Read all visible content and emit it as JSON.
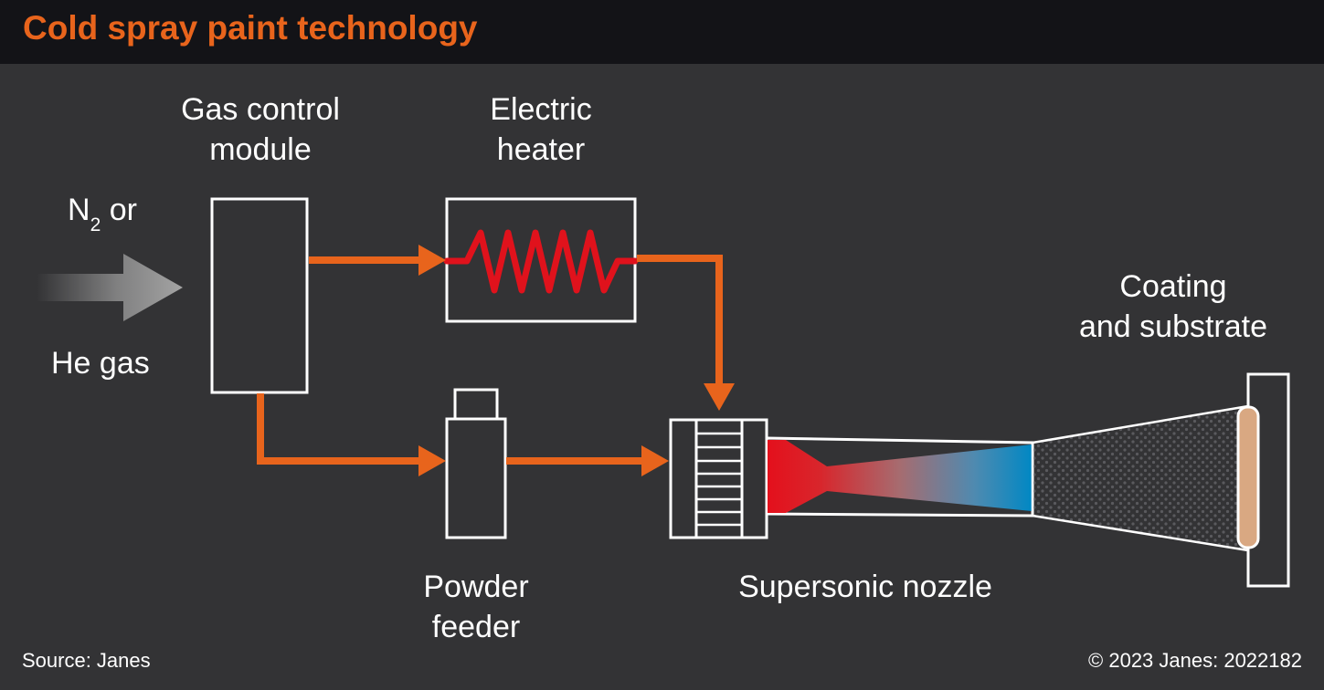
{
  "title": "Cold spray paint technology",
  "labels": {
    "gas_in_line1_symbol": "N",
    "gas_in_line1_sub": "2",
    "gas_in_line1_rest": " or",
    "gas_in_line2": "He gas",
    "gas_control_line1": "Gas control",
    "gas_control_line2": "module",
    "heater_line1": "Electric",
    "heater_line2": "heater",
    "powder_line1": "Powder",
    "powder_line2": "feeder",
    "nozzle": "Supersonic nozzle",
    "coating_line1": "Coating",
    "coating_line2": "and substrate"
  },
  "footer": {
    "source": "Source: Janes",
    "copyright": "© 2023 Janes: 2022182"
  },
  "colors": {
    "background": "#333335",
    "title_bar": "#131317",
    "title_text": "#e8641c",
    "flow_arrow": "#e8641c",
    "heater_coil": "#e0121c",
    "nozzle_hot": "#e4101c",
    "nozzle_cold": "#0088c4",
    "coating": "#d9a882"
  }
}
